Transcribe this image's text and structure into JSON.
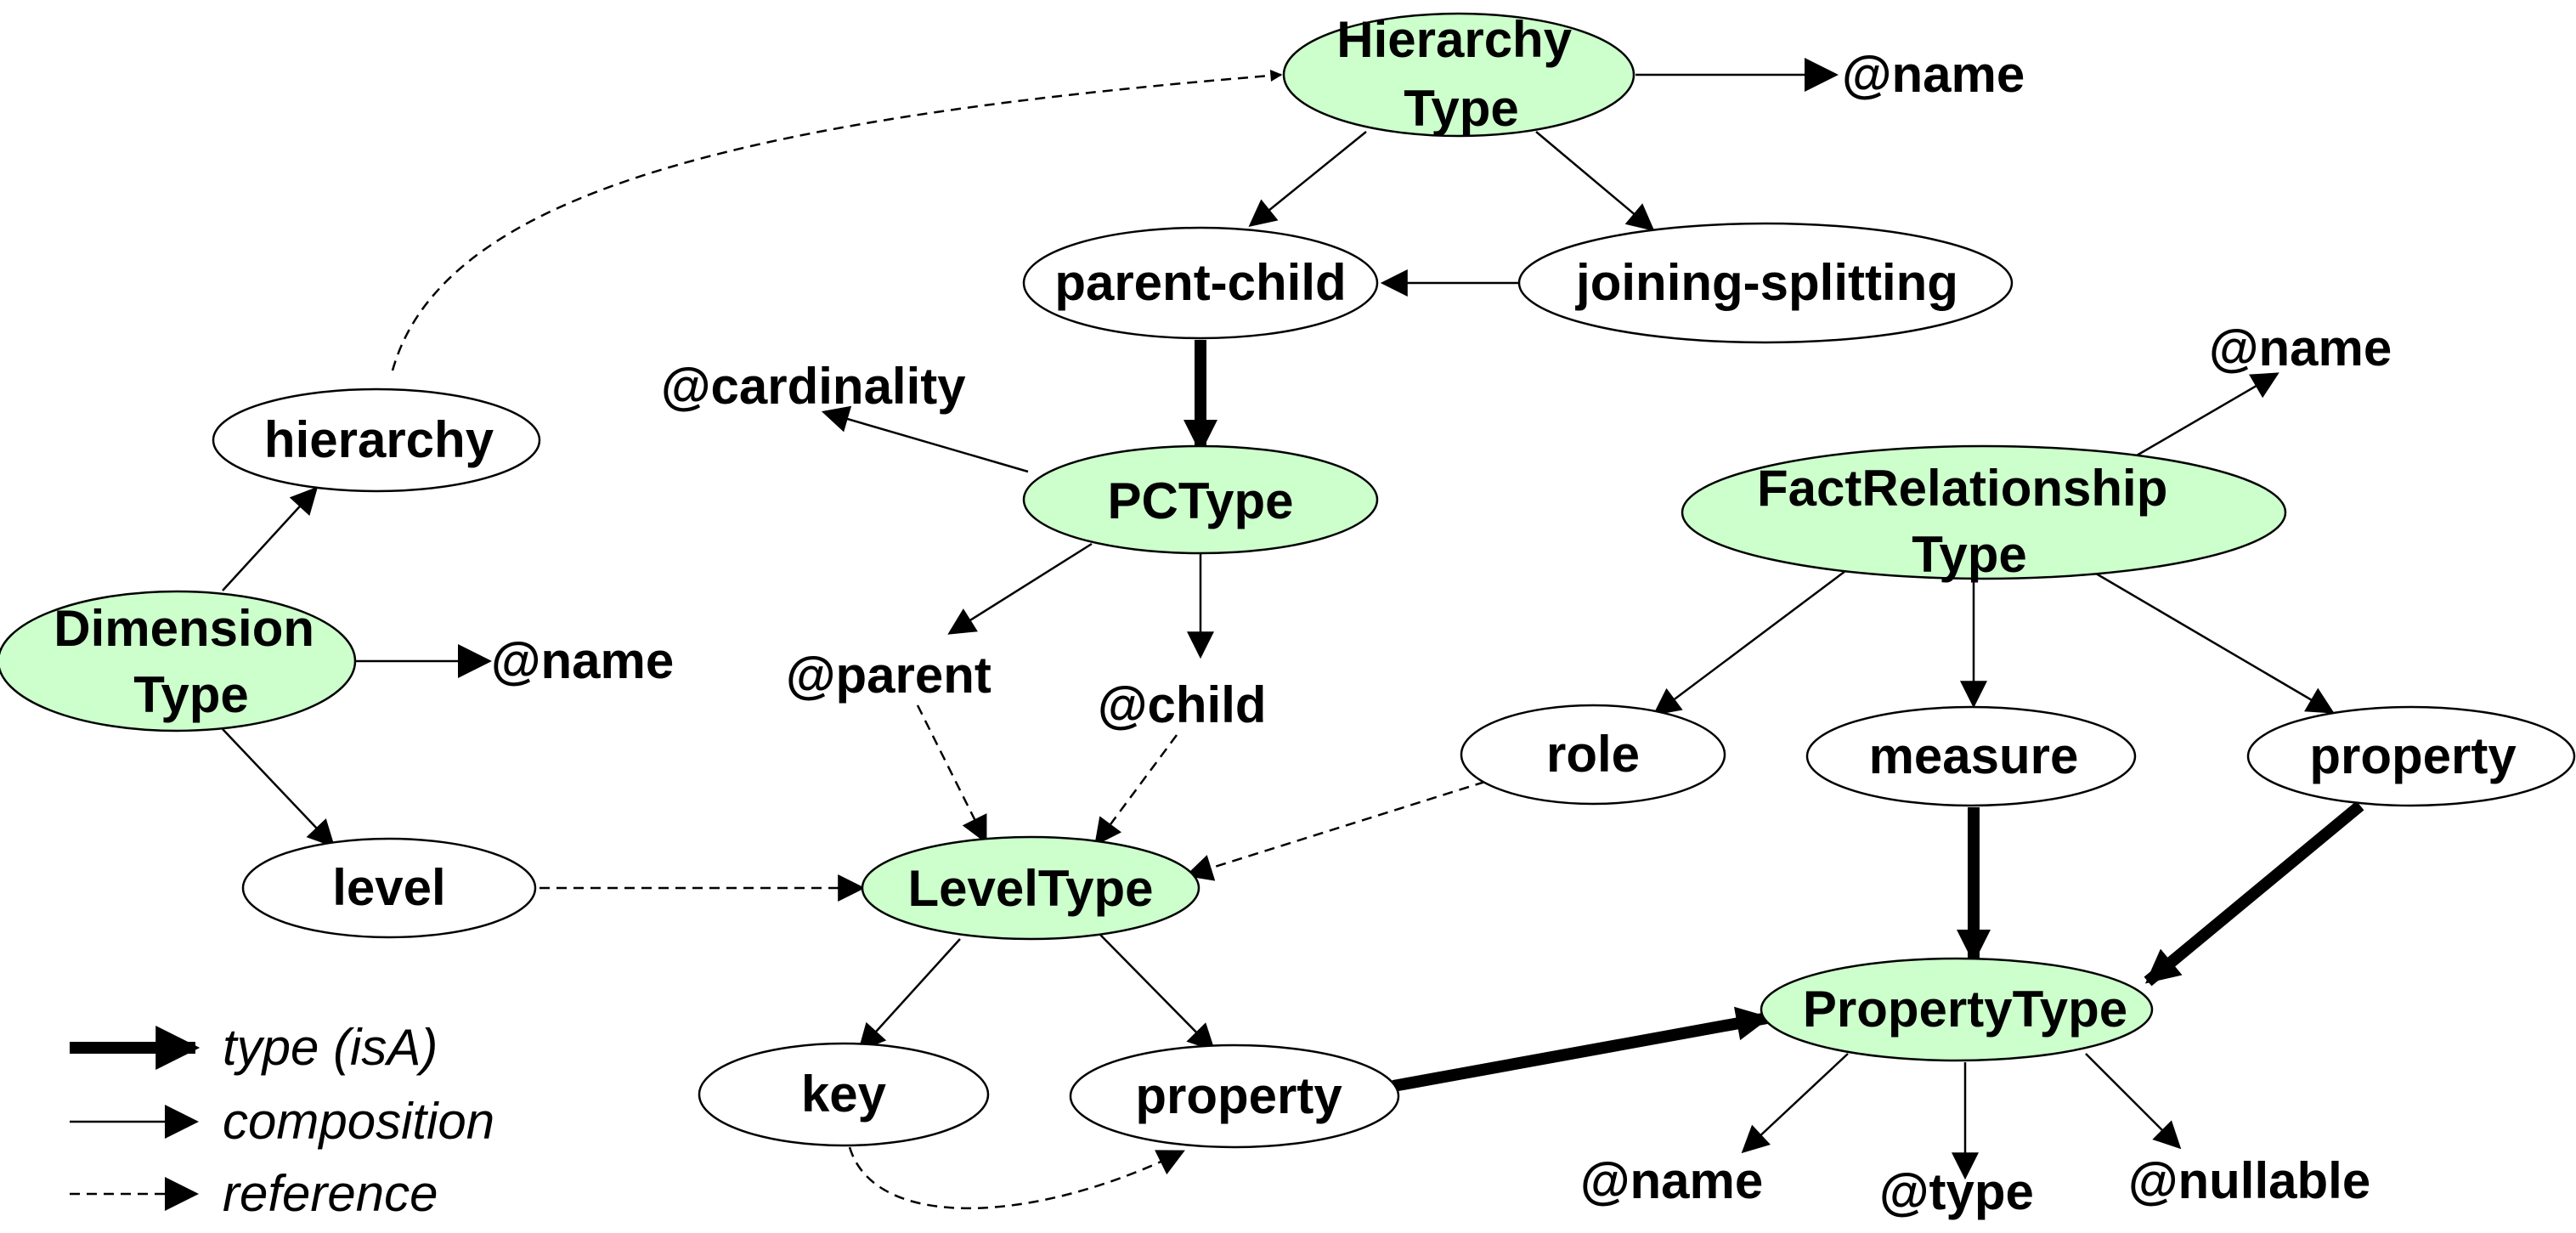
{
  "colors": {
    "type_fill": "#ccffcc",
    "element_fill": "#ffffff",
    "line": "#000000",
    "background": "#ffffff"
  },
  "nodes": {
    "hierarchy_type": [
      "Hierarchy",
      "Type"
    ],
    "parent_child": [
      "parent-child"
    ],
    "joining_splitting": [
      "joining-splitting"
    ],
    "hierarchy": [
      "hierarchy"
    ],
    "pc_type": [
      "PCType"
    ],
    "fact_relationship_type": [
      "FactRelationship",
      "Type"
    ],
    "dimension_type": [
      "Dimension",
      "Type"
    ],
    "role": [
      "role"
    ],
    "measure": [
      "measure"
    ],
    "fact_property": [
      "property"
    ],
    "level": [
      "level"
    ],
    "level_type": [
      "LevelType"
    ],
    "property_type": [
      "PropertyType"
    ],
    "key": [
      "key"
    ],
    "level_property": [
      "property"
    ]
  },
  "attributes": {
    "hierarchy_name": "@name",
    "cardinality": "@cardinality",
    "fact_name": "@name",
    "dimension_name": "@name",
    "parent": "@parent",
    "child": "@child",
    "property_name": "@name",
    "property_datatype": "@type",
    "property_nullable": "@nullable"
  },
  "edges": [
    {
      "from": "hierarchy",
      "to": "hierarchy_type",
      "kind": "reference"
    },
    {
      "from": "hierarchy_type",
      "to": "hierarchy_name",
      "kind": "composition"
    },
    {
      "from": "hierarchy_type",
      "to": "parent_child",
      "kind": "composition"
    },
    {
      "from": "hierarchy_type",
      "to": "joining_splitting",
      "kind": "composition"
    },
    {
      "from": "joining_splitting",
      "to": "parent_child",
      "kind": "composition"
    },
    {
      "from": "parent_child",
      "to": "pc_type",
      "kind": "type"
    },
    {
      "from": "pc_type",
      "to": "cardinality",
      "kind": "composition"
    },
    {
      "from": "pc_type",
      "to": "parent",
      "kind": "composition"
    },
    {
      "from": "pc_type",
      "to": "child",
      "kind": "composition"
    },
    {
      "from": "parent",
      "to": "level_type",
      "kind": "reference"
    },
    {
      "from": "child",
      "to": "level_type",
      "kind": "reference"
    },
    {
      "from": "dimension_type",
      "to": "hierarchy",
      "kind": "composition"
    },
    {
      "from": "dimension_type",
      "to": "dimension_name",
      "kind": "composition"
    },
    {
      "from": "dimension_type",
      "to": "level",
      "kind": "composition"
    },
    {
      "from": "level",
      "to": "level_type",
      "kind": "reference"
    },
    {
      "from": "fact_relationship_type",
      "to": "fact_name",
      "kind": "composition"
    },
    {
      "from": "fact_relationship_type",
      "to": "role",
      "kind": "composition"
    },
    {
      "from": "fact_relationship_type",
      "to": "measure",
      "kind": "composition"
    },
    {
      "from": "fact_relationship_type",
      "to": "fact_property",
      "kind": "composition"
    },
    {
      "from": "role",
      "to": "level_type",
      "kind": "reference"
    },
    {
      "from": "measure",
      "to": "property_type",
      "kind": "type"
    },
    {
      "from": "fact_property",
      "to": "property_type",
      "kind": "type"
    },
    {
      "from": "level_type",
      "to": "key",
      "kind": "composition"
    },
    {
      "from": "level_type",
      "to": "level_property",
      "kind": "composition"
    },
    {
      "from": "level_property",
      "to": "property_type",
      "kind": "type"
    },
    {
      "from": "key",
      "to": "level_property",
      "kind": "reference"
    },
    {
      "from": "property_type",
      "to": "property_name",
      "kind": "composition"
    },
    {
      "from": "property_type",
      "to": "property_datatype",
      "kind": "composition"
    },
    {
      "from": "property_type",
      "to": "property_nullable",
      "kind": "composition"
    }
  ],
  "legend": {
    "type_label": "type (isA)",
    "composition_label": "composition",
    "reference_label": "reference"
  }
}
